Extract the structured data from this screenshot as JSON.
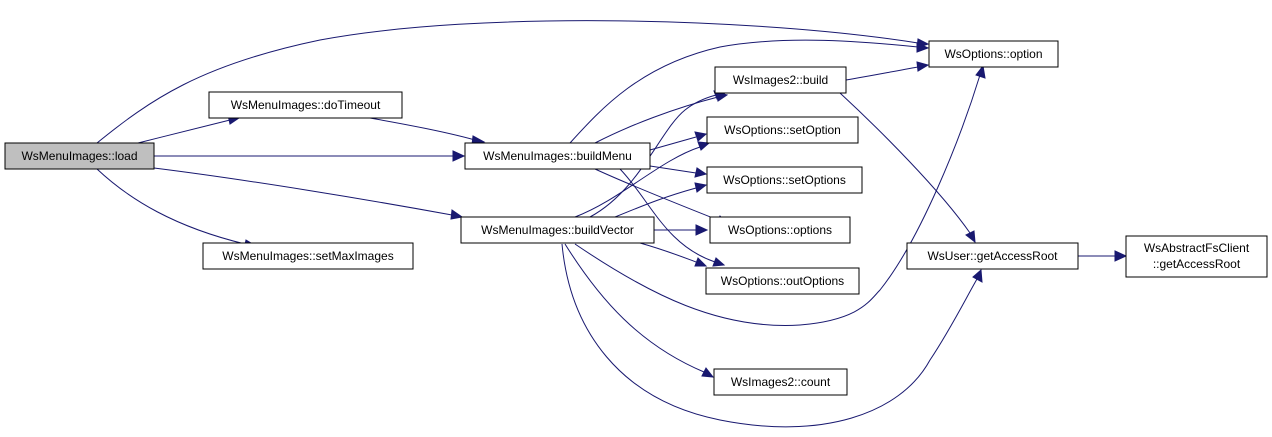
{
  "diagram": {
    "nodes": {
      "load": {
        "label": "WsMenuImages::load"
      },
      "doTimeout": {
        "label": "WsMenuImages::doTimeout"
      },
      "buildMenu": {
        "label": "WsMenuImages::buildMenu"
      },
      "buildVector": {
        "label": "WsMenuImages::buildVector"
      },
      "setMaxImages": {
        "label": "WsMenuImages::setMaxImages"
      },
      "option": {
        "label": "WsOptions::option"
      },
      "build": {
        "label": "WsImages2::build"
      },
      "setOption": {
        "label": "WsOptions::setOption"
      },
      "setOptions": {
        "label": "WsOptions::setOptions"
      },
      "options": {
        "label": "WsOptions::options"
      },
      "outOptions": {
        "label": "WsOptions::outOptions"
      },
      "count": {
        "label": "WsImages2::count"
      },
      "getAccessRoot": {
        "label": "WsUser::getAccessRoot"
      },
      "fsClient": {
        "label_line1": "WsAbstractFsClient",
        "label_line2": "::getAccessRoot"
      }
    },
    "edges": [
      {
        "from": "load",
        "to": "option"
      },
      {
        "from": "load",
        "to": "doTimeout"
      },
      {
        "from": "load",
        "to": "buildMenu"
      },
      {
        "from": "load",
        "to": "buildVector"
      },
      {
        "from": "load",
        "to": "setMaxImages"
      },
      {
        "from": "doTimeout",
        "to": "buildMenu"
      },
      {
        "from": "buildMenu",
        "to": "option"
      },
      {
        "from": "buildMenu",
        "to": "build"
      },
      {
        "from": "buildMenu",
        "to": "setOption"
      },
      {
        "from": "buildMenu",
        "to": "setOptions"
      },
      {
        "from": "buildMenu",
        "to": "options"
      },
      {
        "from": "buildMenu",
        "to": "outOptions"
      },
      {
        "from": "buildVector",
        "to": "build"
      },
      {
        "from": "buildVector",
        "to": "setOption"
      },
      {
        "from": "buildVector",
        "to": "setOptions"
      },
      {
        "from": "buildVector",
        "to": "options"
      },
      {
        "from": "buildVector",
        "to": "outOptions"
      },
      {
        "from": "buildVector",
        "to": "option"
      },
      {
        "from": "buildVector",
        "to": "count"
      },
      {
        "from": "buildVector",
        "to": "getAccessRoot"
      },
      {
        "from": "build",
        "to": "option"
      },
      {
        "from": "build",
        "to": "getAccessRoot"
      },
      {
        "from": "getAccessRoot",
        "to": "fsClient"
      }
    ],
    "colors": {
      "edge": "#191970",
      "root_fill": "#bfbfbf",
      "node_fill": "#ffffff",
      "border": "#000000"
    }
  }
}
